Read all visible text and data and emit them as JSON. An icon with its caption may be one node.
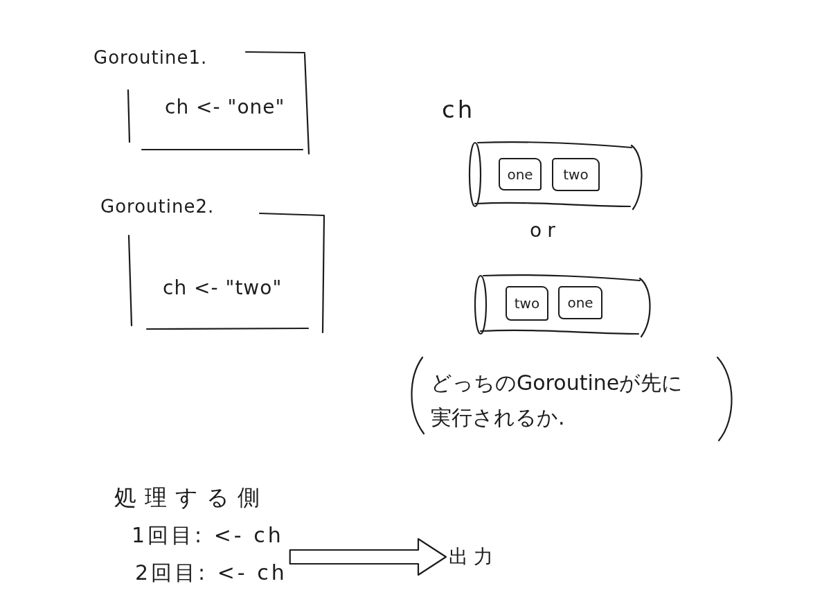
{
  "diagram": {
    "nodes": [
      {
        "text": [
          "Goroutine1.",
          "ch <- \"one\""
        ]
      },
      {
        "text": [
          "Goroutine2.",
          "ch <- \"two\""
        ]
      },
      {
        "text": [],
        "shape": "cylinder"
      },
      {
        "text": [
          "one"
        ],
        "in": 2
      },
      {
        "text": [
          "two"
        ],
        "in": 2
      },
      {
        "text": [],
        "shape": "cylinder"
      },
      {
        "text": [
          "two"
        ],
        "in": 5
      },
      {
        "text": [
          "one"
        ],
        "in": 5
      },
      {
        "text": [
          "処理する側",
          "1回目: <- ch",
          "2回目: <- ch"
        ]
      },
      {
        "text": [
          "出力"
        ]
      }
    ],
    "edges": [
      {
        "from": 8,
        "to": 9,
        "arrow": "to"
      }
    ],
    "labels": [
      "ch",
      "or",
      "どっちのGoroutineが先に実行されるか."
    ]
  }
}
